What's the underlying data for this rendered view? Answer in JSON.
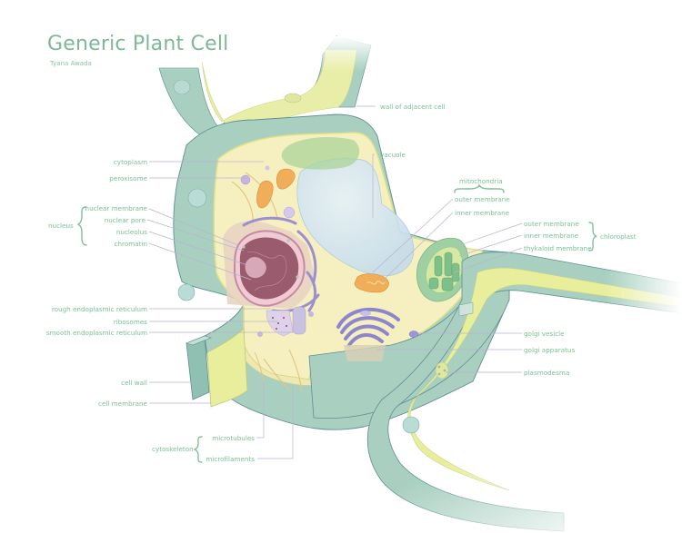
{
  "header": {
    "title": "Generic Plant Cell",
    "author": "Tyana Awada"
  },
  "colors": {
    "label_text": "#7bbf93",
    "leader_line": "#b9b3cf",
    "cell_wall": "#a9cfc0",
    "cytoplasm": "#f6f1c2",
    "membrane": "#e9ee9d",
    "vacuole": "#cfe3ef",
    "nucleus": "#9b5b6e",
    "er": "#9d8fcf",
    "mitochondria": "#f0b05a",
    "chloroplast": "#8fc79a"
  },
  "labels_left": {
    "cytoplasm": "cytoplasm",
    "peroxisome": "peroxisome",
    "nuclear_membrane": "nuclear membrane",
    "nuclear_pore": "nuclear pore",
    "nucleolus": "nucleolus",
    "chromatin": "chromatin",
    "rough_er": "rough endoplasmic reticulum",
    "ribosomes": "ribosomes",
    "smooth_er": "smooth endoplasmic reticulum",
    "cell_wall": "cell wall",
    "cell_membrane": "cell membrane",
    "microtubules": "microtubules",
    "microfilaments": "microfilaments"
  },
  "labels_right": {
    "wall_of_adjacent_cell": "wall of adjacent cell",
    "vacuole": "vacuole",
    "mito_outer_membrane": "outer membrane",
    "mito_inner_membrane": "inner membrane",
    "chloro_outer_membrane": "outer membrane",
    "chloro_inner_membrane": "inner membrane",
    "thykaloid_membrane": "thykaloid membrane",
    "golgi_vesicle": "golgi vesicle",
    "golgi_apparatus": "golgi apparatus",
    "plasmodesma": "plasmodesma"
  },
  "groups": {
    "nucleus": "nucleus",
    "cytoskeleton": "cytoskeleton",
    "mitochondria": "mitochondria",
    "chloroplast": "chloroplast"
  }
}
